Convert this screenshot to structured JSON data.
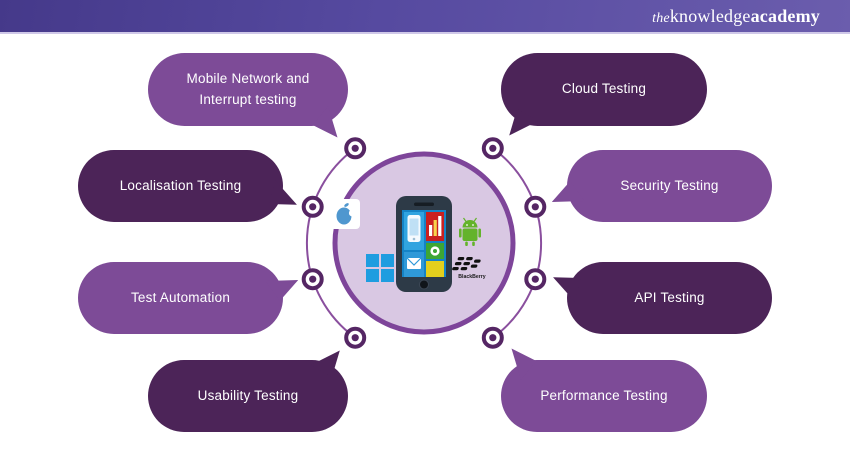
{
  "header": {
    "logo_the": "the",
    "logo_knowledge": "knowledge",
    "logo_academy": "academy"
  },
  "colors": {
    "header_gradient_start": "#45398a",
    "header_gradient_end": "#6b5dad",
    "bubble_dark": "#4c2458",
    "bubble_medium": "#7d4b97",
    "connector_arc": "#8a4f9e",
    "connector_ring": "#552664",
    "circle_fill": "#d9c8e3",
    "circle_stroke": "#7e459a"
  },
  "bubbles": [
    {
      "id": "mobile-network",
      "label": "Mobile Network and Interrupt testing",
      "color": "#7d4b97"
    },
    {
      "id": "localisation",
      "label": "Localisation Testing",
      "color": "#4c2458"
    },
    {
      "id": "test-automation",
      "label": "Test Automation",
      "color": "#7d4b97"
    },
    {
      "id": "usability",
      "label": "Usability Testing",
      "color": "#4c2458"
    },
    {
      "id": "cloud",
      "label": "Cloud Testing",
      "color": "#4c2458"
    },
    {
      "id": "security",
      "label": "Security Testing",
      "color": "#7d4b97"
    },
    {
      "id": "api",
      "label": "API Testing",
      "color": "#4c2458"
    },
    {
      "id": "performance",
      "label": "Performance Testing",
      "color": "#7d4b97"
    }
  ],
  "center": {
    "platforms": [
      "apple",
      "android",
      "windows",
      "blackberry"
    ],
    "blackberry_label": "BlackBerry"
  }
}
